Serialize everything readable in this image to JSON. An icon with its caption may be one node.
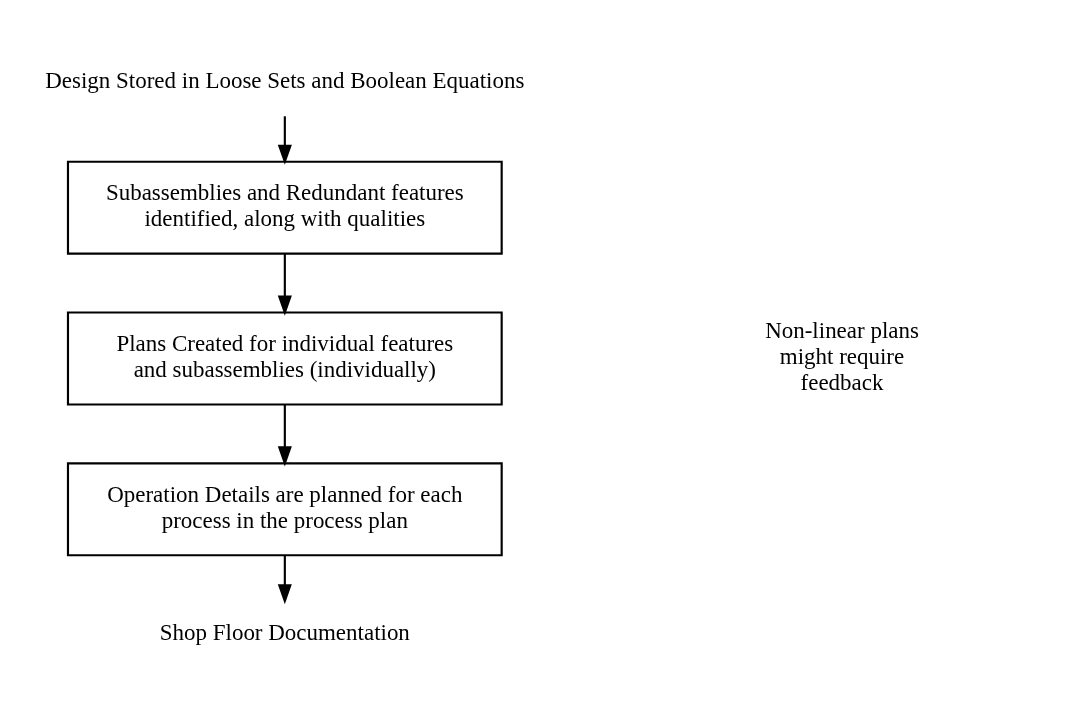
{
  "diagram": {
    "nodes": [
      {
        "text": [
          "Design Stored in Loose Sets and Boolean Equations"
        ]
      },
      {
        "text": [
          "Subassemblies and Redundant features identified, along with qualities"
        ]
      },
      {
        "text": [
          "Plans Created for individual features and subassemblies (individually)"
        ]
      },
      {
        "text": [
          "Operation Details are planned for each process in the process plan"
        ]
      },
      {
        "text": [
          "Shop Floor Documentation"
        ]
      }
    ],
    "edges": [
      {
        "from": 0,
        "to": 1,
        "arrow": "to"
      },
      {
        "from": 1,
        "to": 2,
        "arrow": "to"
      },
      {
        "from": 2,
        "to": 3,
        "arrow": "to"
      },
      {
        "from": 3,
        "to": 4,
        "arrow": "to"
      }
    ],
    "labels": [
      "Non-linear plans might require feedback"
    ]
  }
}
